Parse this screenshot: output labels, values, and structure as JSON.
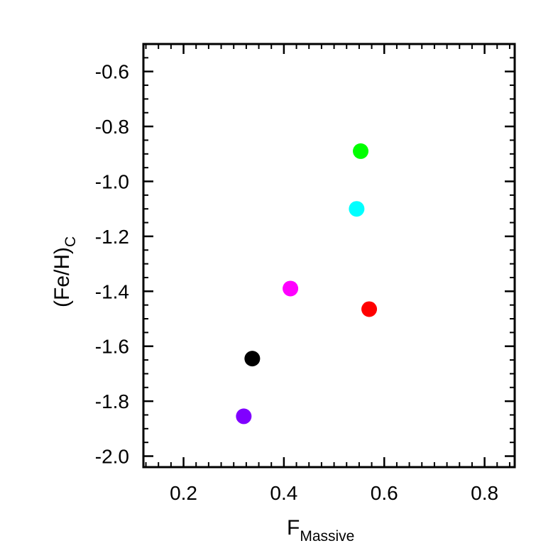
{
  "chart_data": {
    "type": "scatter",
    "title": "",
    "xlabel": {
      "main": "F",
      "sub": "Massive"
    },
    "ylabel": {
      "main": "(Fe/H)",
      "sub": "C"
    },
    "xlim": [
      0.12,
      0.86
    ],
    "ylim": [
      -2.04,
      -0.5
    ],
    "x_ticks": [
      0.2,
      0.4,
      0.6,
      0.8
    ],
    "x_tick_labels": [
      "0.2",
      "0.4",
      "0.6",
      "0.8"
    ],
    "y_ticks": [
      -0.6,
      -0.8,
      -1.0,
      -1.2,
      -1.4,
      -1.6,
      -1.8,
      -2.0
    ],
    "y_tick_labels": [
      "-0.6",
      "-0.8",
      "-1.0",
      "-1.2",
      "-1.4",
      "-1.6",
      "-1.8",
      "-2.0"
    ],
    "x_minor_step": 0.025,
    "y_minor_step": 0.05,
    "grid": false,
    "points": [
      {
        "x": 0.553,
        "y": -0.89,
        "color": "#00ff00"
      },
      {
        "x": 0.545,
        "y": -1.1,
        "color": "#00ffff"
      },
      {
        "x": 0.413,
        "y": -1.39,
        "color": "#ff00ff"
      },
      {
        "x": 0.57,
        "y": -1.465,
        "color": "#ff0000"
      },
      {
        "x": 0.337,
        "y": -1.645,
        "color": "#000000"
      },
      {
        "x": 0.32,
        "y": -1.855,
        "color": "#8000ff"
      }
    ]
  }
}
